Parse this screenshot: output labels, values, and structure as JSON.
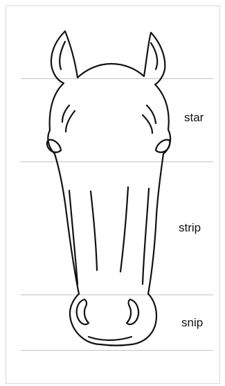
{
  "labels": {
    "star": "star",
    "strip": "strip",
    "snip": "snip"
  },
  "colors": {
    "line": "#111111",
    "guide": "#c4c4c4",
    "border": "#d7d7d7"
  }
}
